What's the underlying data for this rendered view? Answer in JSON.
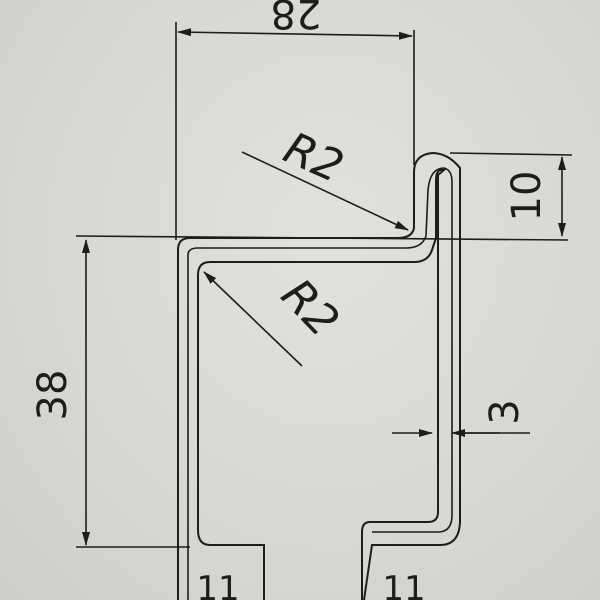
{
  "drawing": {
    "line_color": "#1d1d1d",
    "background": "#dcdbd5",
    "dimensions": {
      "top_width": "28",
      "upper_radius": "R2",
      "lip_height": "10",
      "body_height": "38",
      "inner_radius": "R2",
      "wall_thickness": "3",
      "foot_left": "11",
      "foot_right": "11"
    }
  }
}
